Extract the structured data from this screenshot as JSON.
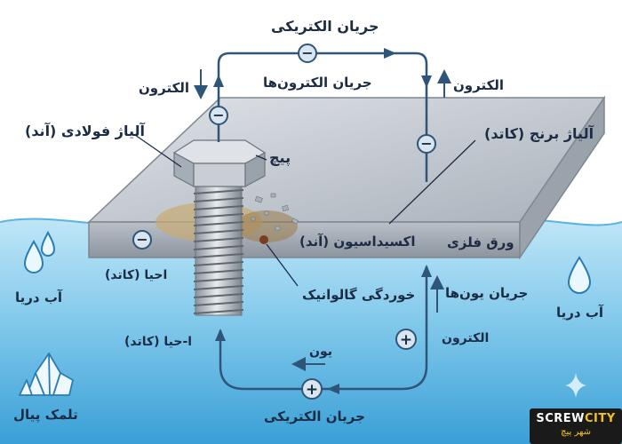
{
  "labels": {
    "electric_current_top": "جریان الکتریکی",
    "electron_current": "جریان الکترون‌ها",
    "electron_left": "الکترون",
    "electron_right": "الکترون",
    "steel_alloy": "آلیاژ فولادی (آند)",
    "brass_alloy": "آلیاژ برنج (کاتد)",
    "screw": "پیچ",
    "oxidation": "اکسیداسیون (آند)",
    "metal_sheet": "ورق فلزی",
    "reduction": "احیا (کاتد)",
    "galvanic_corrosion": "خوردگی گالوانیک",
    "ion_current": "جریان یون‌ها",
    "electron_bottom": "الکترون",
    "reduction_cathode": "ا-حیا (کاتد)",
    "ion": "یون",
    "electric_current_bottom": "جریان الکتریکی",
    "sea_water_left": "آب دریا",
    "sea_water_right": "آب دریا",
    "salt_crystal": "تلمک پیال"
  },
  "symbols": {
    "minus": "−",
    "plus": "+"
  },
  "logo": {
    "main_a": "SCREW",
    "main_b": "CITY",
    "sub": "شهر پیچ"
  },
  "colors": {
    "water": "#8fd0ec",
    "water_deep": "#3a9fd6",
    "metal": "#c6ccd3",
    "wire": "#2f5578",
    "text": "#1c2c45"
  }
}
